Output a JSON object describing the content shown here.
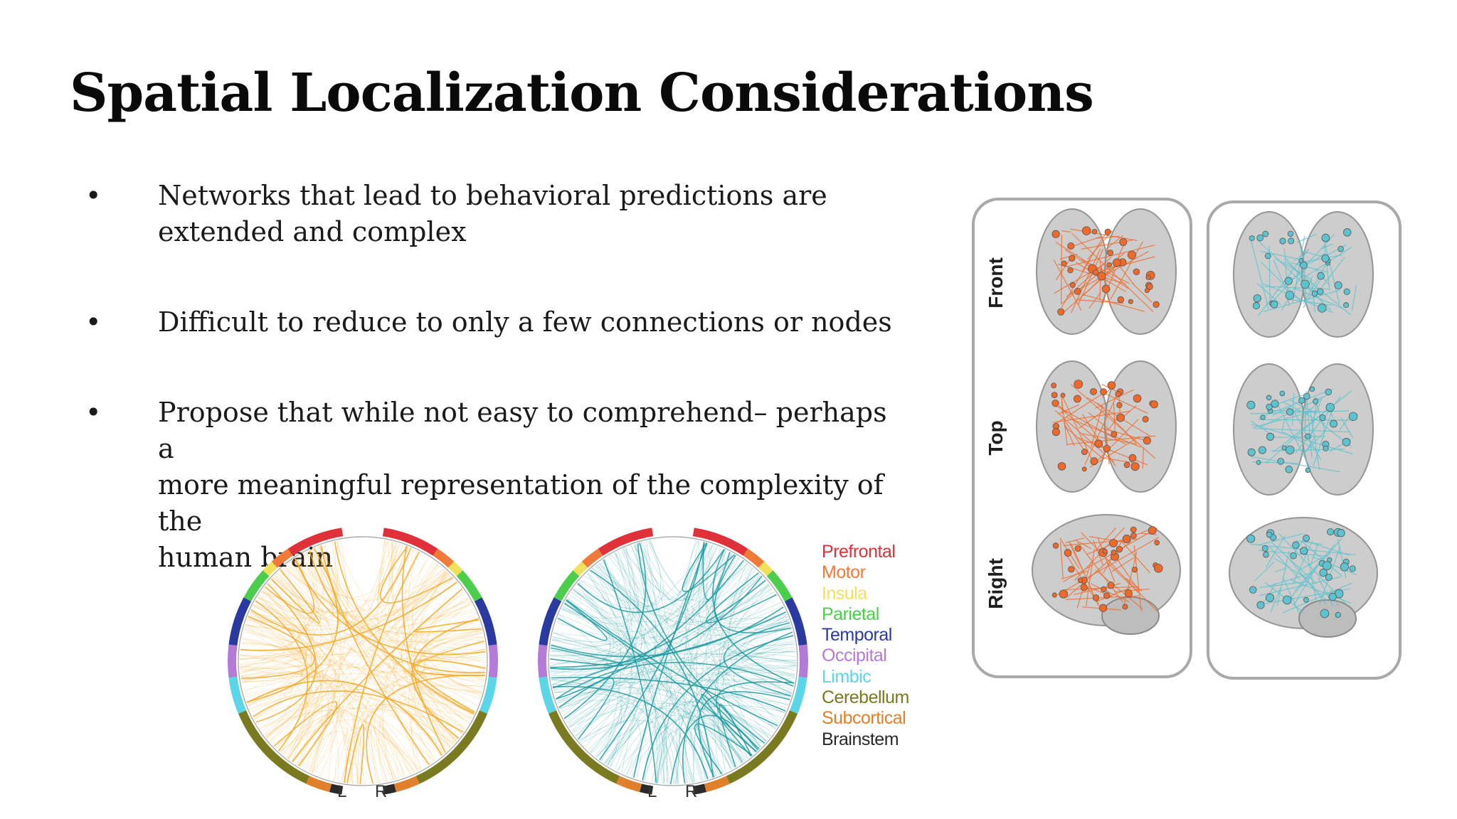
{
  "slide": {
    "title": "Spatial Localization Considerations",
    "bullets": [
      {
        "marker": "•",
        "text": "Networks that lead to behavioral predictions are\nextended and complex"
      },
      {
        "marker": "•",
        "text": "Difficult to reduce to only a few connections or nodes"
      },
      {
        "marker": "•",
        "text": "Propose that while not easy to comprehend– perhaps a\nmore meaningful representation of the complexity of the\nhuman brain"
      }
    ]
  },
  "circos": {
    "left_label": "L",
    "right_label": "R",
    "positive_color": "#f5a623",
    "negative_color": "#1f9aa0"
  },
  "legend": [
    {
      "label": "Prefrontal",
      "color": "#e0303a"
    },
    {
      "label": "Motor",
      "color": "#f07a3a"
    },
    {
      "label": "Insula",
      "color": "#f1e15a"
    },
    {
      "label": "Parietal",
      "color": "#4bcf4b"
    },
    {
      "label": "Temporal",
      "color": "#2a3aa0"
    },
    {
      "label": "Occipital",
      "color": "#b47ad8"
    },
    {
      "label": "Limbic",
      "color": "#5ad6e8"
    },
    {
      "label": "Cerebellum",
      "color": "#7a7a20"
    },
    {
      "label": "Subcortical",
      "color": "#e0802a"
    },
    {
      "label": "Brainstem",
      "color": "#2a2a2a"
    }
  ],
  "brain_views": {
    "labels": [
      "Front",
      "Top",
      "Right"
    ],
    "positive_color": "#ef6a2a",
    "negative_color": "#5cc3cf",
    "border_color": "#a9a9a9"
  }
}
